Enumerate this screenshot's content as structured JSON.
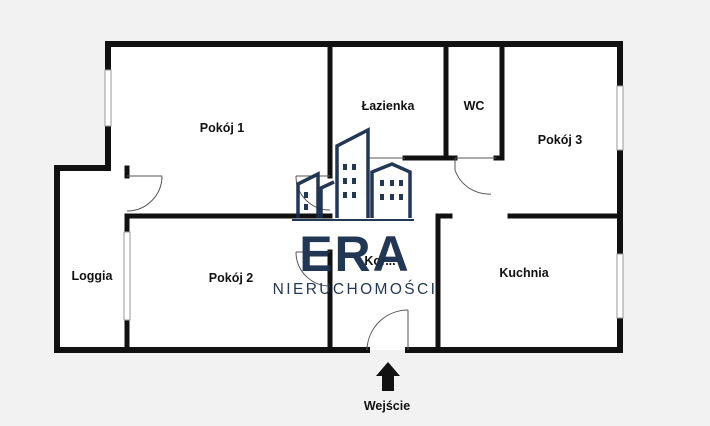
{
  "rooms": {
    "pokoj1": "Pokój 1",
    "lazienka": "Łazienka",
    "wc": "WC",
    "pokoj3": "Pokój 3",
    "loggia": "Loggia",
    "pokoj2": "Pokój 2",
    "korytarz": "Kor...",
    "kuchnia": "Kuchnia"
  },
  "entrance": {
    "label": "Wejście"
  },
  "logo": {
    "brand": "ERA",
    "tagline": "NIERUCHOMOŚCI"
  },
  "colors": {
    "walls": "#111111",
    "floor": "#ffffff",
    "background": "#f2f2f2",
    "logo": "#1a2f4e"
  },
  "icons": {
    "entrance": "arrow-up-icon",
    "logo": "buildings-logo-icon"
  }
}
